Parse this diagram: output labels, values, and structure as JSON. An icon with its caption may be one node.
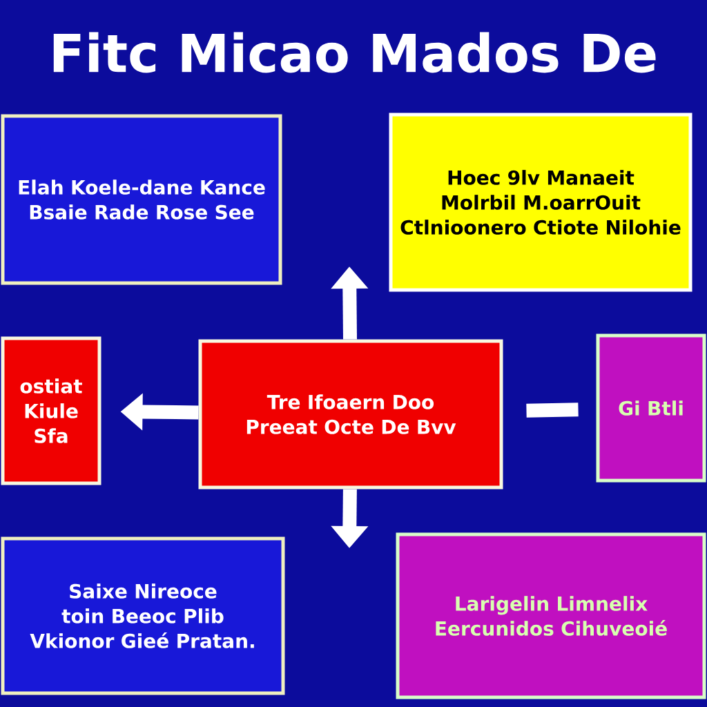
{
  "diagram": {
    "title": "Fitc Micao Mados De",
    "nodes": [
      {
        "text": [
          "Elah Koele-dane Kance Bsaie Rade Rose See"
        ]
      },
      {
        "text": [
          "Hoec 9lv Manaeit Molrbil M.oarrOuit Ctlnioonero Ctiote Nilohie"
        ]
      },
      {
        "text": [
          "ostiat Kiule Sfa"
        ]
      },
      {
        "text": [
          "Tre Ifoaern Doo Preeat Octe De Bvv"
        ]
      },
      {
        "text": [
          "Gi Btli"
        ]
      },
      {
        "text": [
          "Saixe Nireoce toin Beeoc Plib Vkionor Gieé Pratan."
        ]
      },
      {
        "text": [
          "Larigelin Limnelix Eercunidos Cihuveoié"
        ]
      }
    ],
    "edges": [
      {
        "from": 3,
        "to": null,
        "arrow": "to"
      },
      {
        "from": 3,
        "to": 2,
        "arrow": "to"
      },
      {
        "from": 3,
        "to": 4,
        "arrow": "none"
      },
      {
        "from": 3,
        "to": null,
        "arrow": "to"
      }
    ]
  }
}
